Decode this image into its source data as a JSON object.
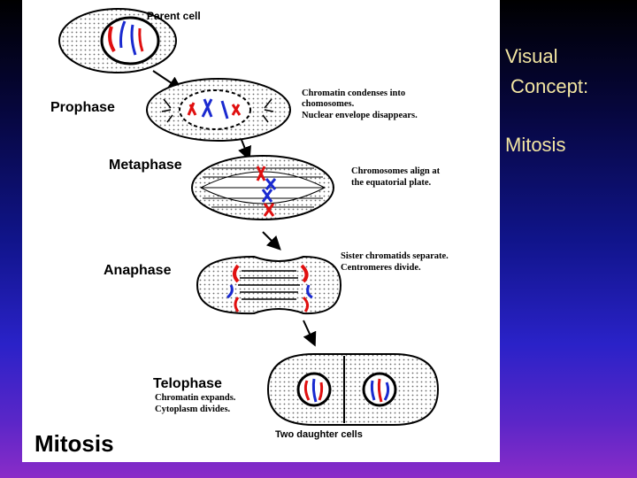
{
  "diagram": {
    "parent_label": "Parent cell",
    "stages": [
      {
        "name": "Prophase",
        "notes": [
          "Chromatin condenses into",
          "chomosomes.",
          "Nuclear envelope disappears."
        ]
      },
      {
        "name": "Metaphase",
        "notes": [
          "Chromosomes align at",
          "the equatorial plate."
        ]
      },
      {
        "name": "Anaphase",
        "notes": [
          "Sister chromatids separate.",
          "Centromeres divide."
        ]
      },
      {
        "name": "Telophase",
        "notes": [
          "Chromatin expands.",
          "Cytoplasm divides."
        ]
      }
    ],
    "daughter_label": "Two daughter cells",
    "footer_title": "Mitosis"
  },
  "sidebar": {
    "heading_line1": "Visual",
    "heading_line2": "Concept:",
    "topic": "Mitosis"
  },
  "colors": {
    "text_accent": "#f3e6a2",
    "chromosome_red": "#e01010",
    "chromosome_blue": "#1a2ad0"
  }
}
